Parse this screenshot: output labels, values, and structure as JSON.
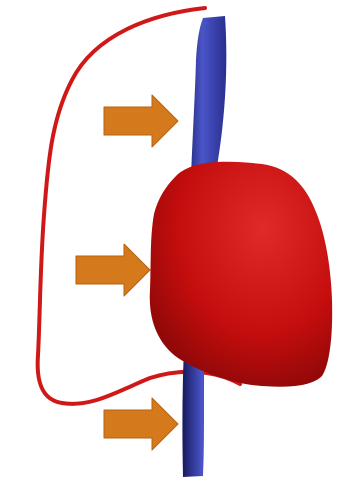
{
  "diagram": {
    "background_color": "#ffffff",
    "colors": {
      "vessel": "#2a2f8f",
      "vessel_highlight": "#4a55c8",
      "vessel_shadow": "#171a5e",
      "organ": "#c40d0d",
      "organ_highlight": "#e02a2a",
      "organ_shadow": "#7a0606",
      "outline": "#d01818",
      "arrow": "#d47a1c",
      "arrow_stroke": "#b8620f"
    },
    "arrows": [
      {
        "name": "arrow-top",
        "direction": "right"
      },
      {
        "name": "arrow-middle",
        "direction": "right"
      },
      {
        "name": "arrow-bottom",
        "direction": "right"
      }
    ],
    "elements": {
      "vessel_icon": "vessel-tube",
      "organ_icon": "red-organ-blob",
      "outline_icon": "red-outline-curve"
    }
  }
}
